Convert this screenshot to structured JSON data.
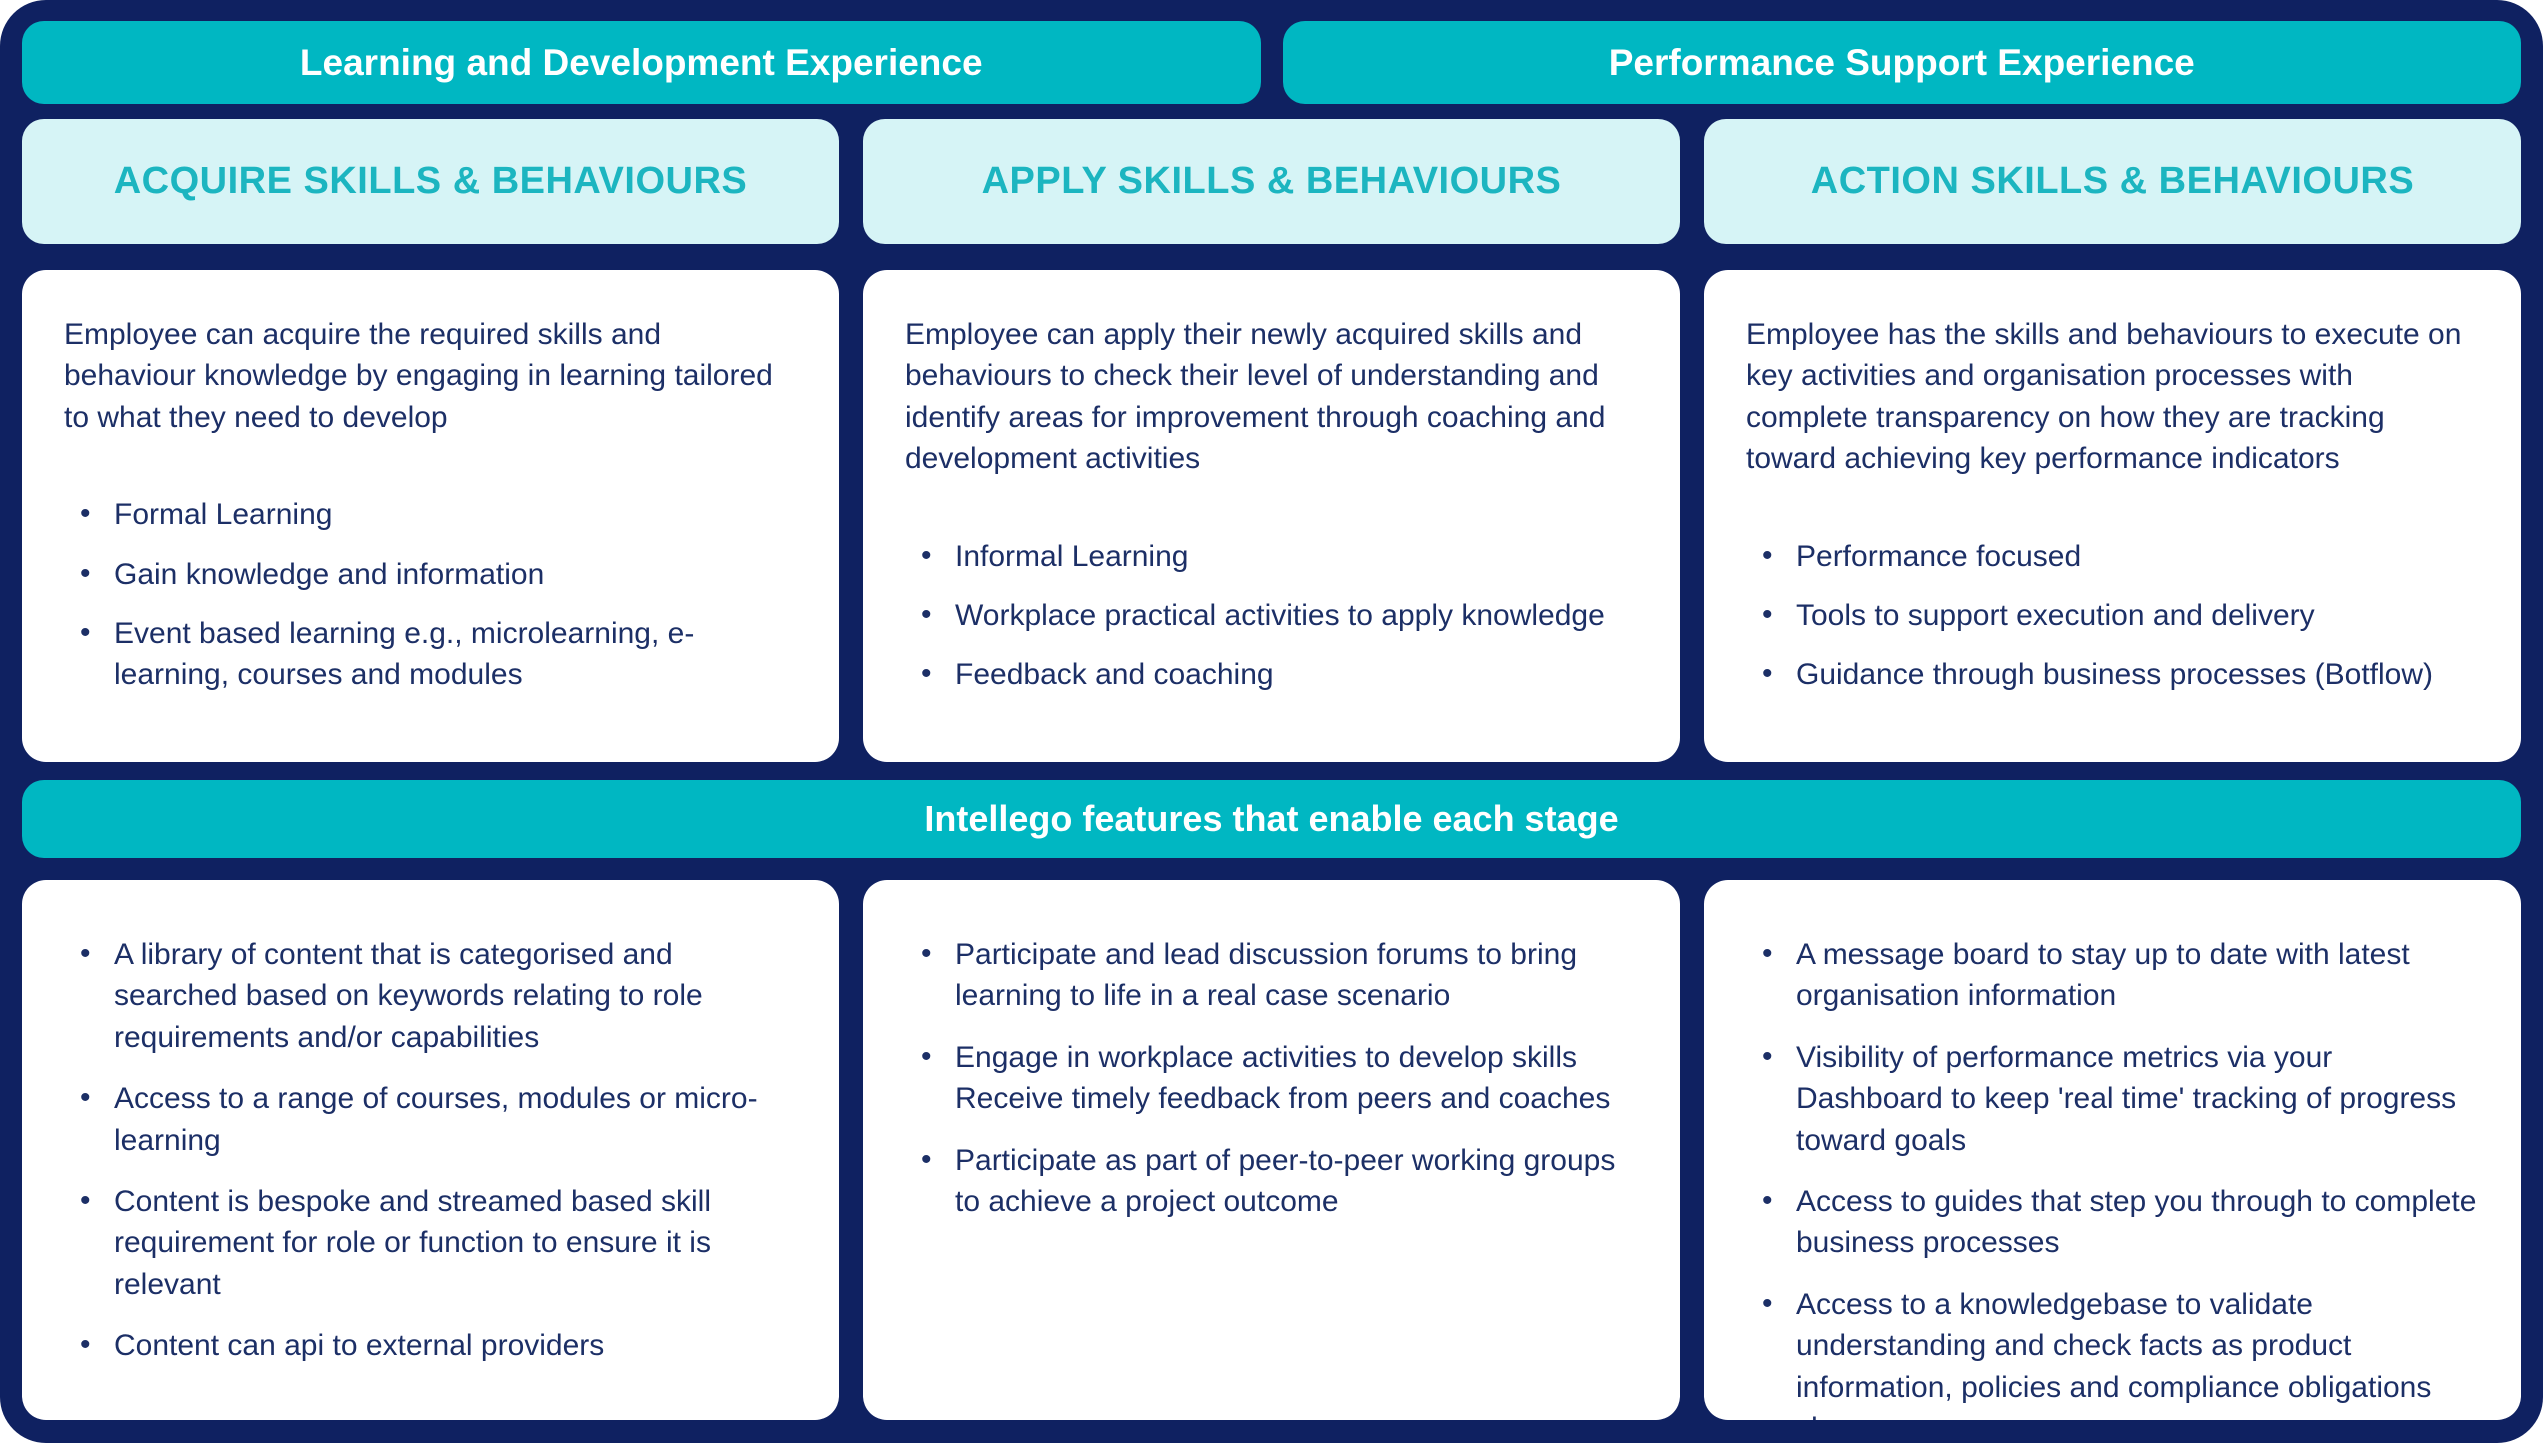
{
  "colors": {
    "panel_navy": "#0F2161",
    "teal": "#00B7C2",
    "light_teal": "#D6F4F6",
    "teal_heading_text": "#1CB5C0",
    "body_text_navy": "#1C2F66",
    "bar_text_white": "#FFFFFF"
  },
  "top_bars": [
    {
      "label": "Learning and Development Experience"
    },
    {
      "label": "Performance Support Experience"
    }
  ],
  "features_bar": {
    "label": "Intellego features that enable each stage"
  },
  "stages": [
    {
      "header": "ACQUIRE SKILLS & BEHAVIOURS",
      "description": "Employee can acquire the required skills and behaviour knowledge by engaging in learning tailored to what they need to develop",
      "bullets": [
        "Formal Learning",
        "Gain knowledge and information",
        "Event based learning e.g., microlearning, e-learning, courses and modules"
      ],
      "features": [
        "A library of content that is categorised and searched based on keywords relating to role requirements and/or capabilities",
        "Access to a range of courses, modules or micro- learning",
        "Content is bespoke and streamed based skill requirement for role or function to ensure it is relevant",
        "Content can api to external providers"
      ]
    },
    {
      "header": "APPLY SKILLS & BEHAVIOURS",
      "description": "Employee can apply their newly acquired skills and behaviours to check their level of understanding and identify areas for improvement through coaching and development activities",
      "bullets": [
        "Informal Learning",
        "Workplace practical activities to apply knowledge",
        "Feedback and coaching"
      ],
      "features": [
        "Participate and lead discussion forums to bring learning to life in a real case scenario",
        "Engage in workplace activities to develop skills Receive timely feedback from peers and coaches",
        "Participate as part of peer-to-peer working groups to achieve a project outcome"
      ]
    },
    {
      "header": "ACTION SKILLS & BEHAVIOURS",
      "description": "Employee has the skills and behaviours to execute on key activities and organisation processes with complete transparency on how they are tracking toward achieving key performance indicators",
      "bullets": [
        "Performance focused",
        "Tools to support execution and delivery",
        "Guidance through business processes (Botflow)"
      ],
      "features": [
        "A message board to stay up to date with latest organisation information",
        "Visibility of performance metrics via your Dashboard to keep 'real time' tracking of progress toward goals",
        "Access to guides that step you through to complete business processes",
        "Access to a knowledgebase to validate understanding and check facts as product information, policies and compliance obligations change"
      ]
    }
  ]
}
